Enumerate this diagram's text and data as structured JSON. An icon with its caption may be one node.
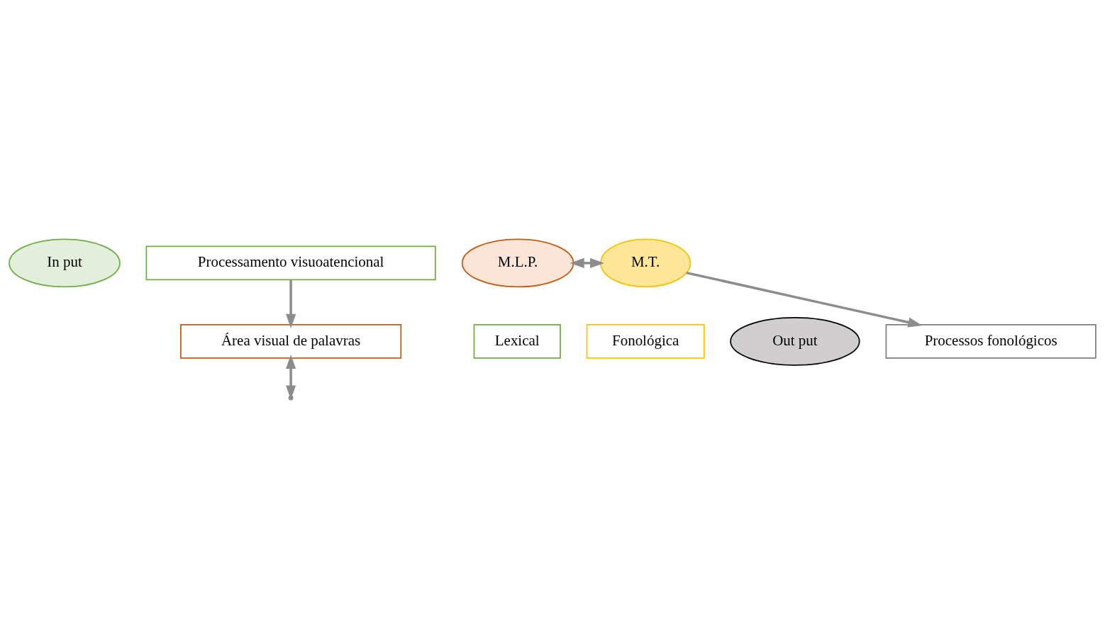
{
  "diagram": {
    "nodes": [
      {
        "text": [
          "In put"
        ]
      },
      {
        "text": [
          "Processamento visuoatencional"
        ]
      },
      {
        "text": [
          "Área visual de palavras"
        ]
      },
      {
        "text": [
          "M.L.P."
        ]
      },
      {
        "text": [
          "M.T."
        ]
      },
      {
        "text": [
          "Out put"
        ]
      },
      {
        "text": [
          "Processos fonológicos"
        ]
      },
      {
        "text": [
          "Lexical"
        ]
      },
      {
        "text": [
          "Fonológica"
        ]
      }
    ],
    "edges": [
      {
        "from": 1,
        "to": 2,
        "arrow": "to"
      },
      {
        "from": 3,
        "to": 4,
        "arrow": "both"
      },
      {
        "from": 2,
        "to": null,
        "arrow": "both"
      },
      {
        "from": 4,
        "to": 6,
        "arrow": "to"
      }
    ]
  }
}
